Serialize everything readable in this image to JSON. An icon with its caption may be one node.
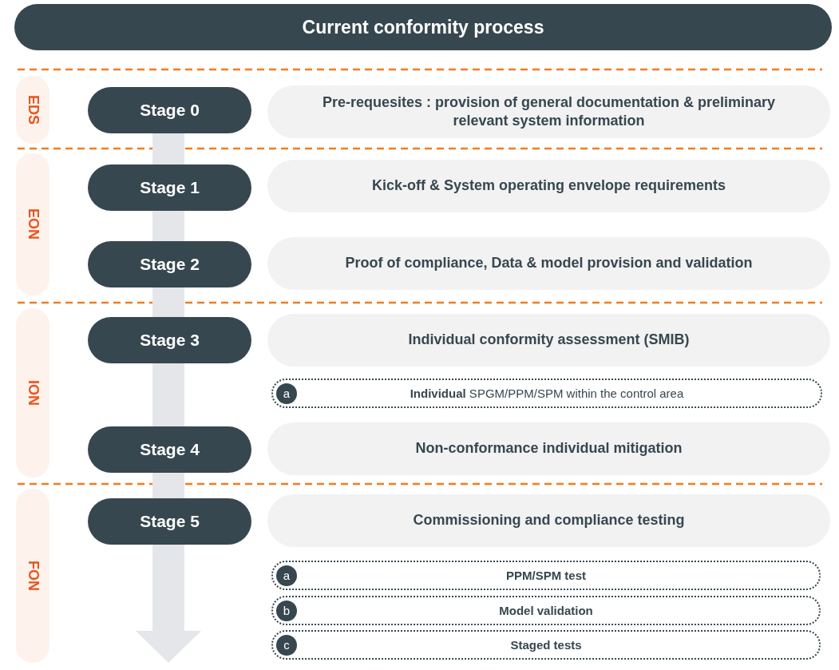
{
  "diagram": {
    "title": "Current conformity process",
    "nodes": [
      {
        "text": [
          "EDS"
        ]
      },
      {
        "text": [
          "Stage 0"
        ]
      },
      {
        "text": [
          "Pre-requesites : provision of general documentation & preliminary relevant system information"
        ]
      },
      {
        "text": [
          "EON"
        ]
      },
      {
        "text": [
          "Stage 1"
        ]
      },
      {
        "text": [
          "Kick-off & System operating envelope requirements"
        ]
      },
      {
        "text": [
          "Stage 2"
        ]
      },
      {
        "text": [
          "Proof of compliance, Data & model provision and validation"
        ]
      },
      {
        "text": [
          "ION"
        ]
      },
      {
        "text": [
          "Stage 3"
        ]
      },
      {
        "text": [
          "Individual conformity assessment (SMIB)"
        ]
      },
      {
        "text": [
          "a",
          "**Individual** SPGM/PPM/SPM within the control area"
        ]
      },
      {
        "text": [
          "Stage 4"
        ]
      },
      {
        "text": [
          "Non-conformance individual mitigation"
        ]
      },
      {
        "text": [
          "FON"
        ]
      },
      {
        "text": [
          "Stage 5"
        ]
      },
      {
        "text": [
          "Commissioning and compliance testing"
        ]
      },
      {
        "text": [
          "a",
          "PPM/SPM test"
        ]
      },
      {
        "text": [
          "b",
          "Model validation"
        ]
      },
      {
        "text": [
          "c",
          "Staged tests"
        ]
      }
    ]
  }
}
